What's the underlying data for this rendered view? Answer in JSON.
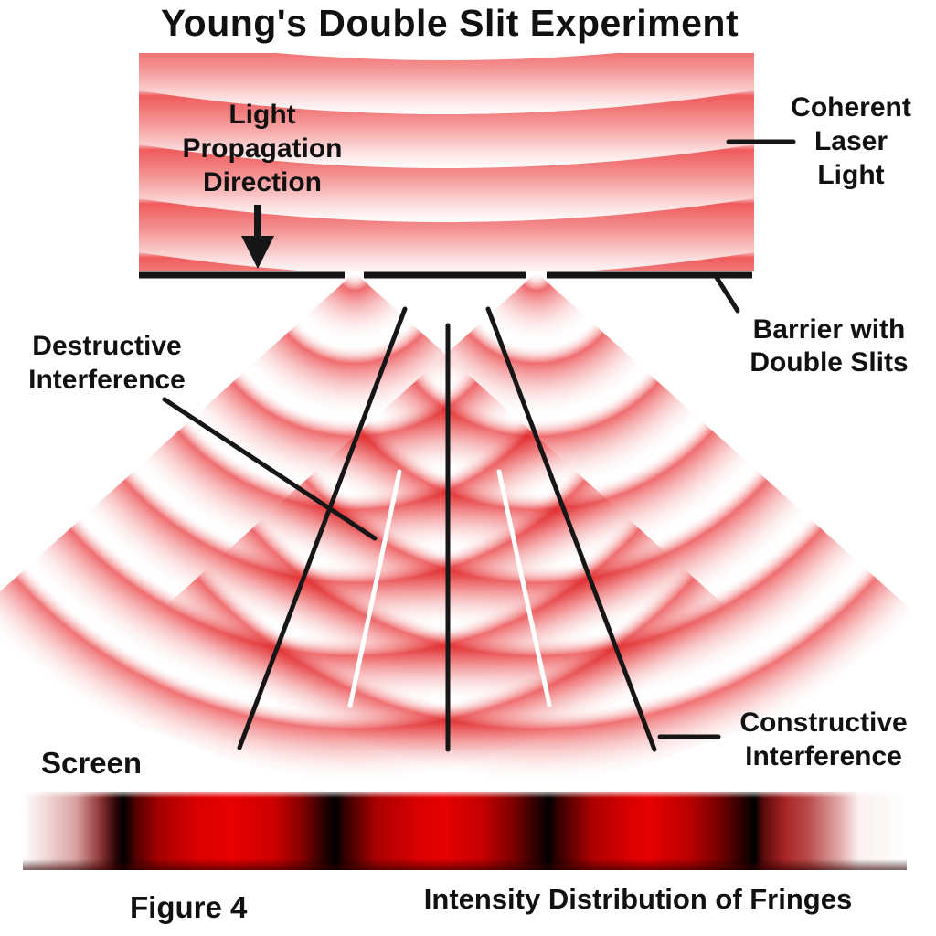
{
  "title": "Young's Double Slit Experiment",
  "labels": {
    "light_propagation": [
      "Light",
      "Propagation",
      "Direction"
    ],
    "coherent_laser": [
      "Coherent",
      "Laser",
      "Light"
    ],
    "barrier": [
      "Barrier with",
      "Double Slits"
    ],
    "destructive": [
      "Destructive",
      "Interference"
    ],
    "constructive": [
      "Constructive",
      "Interference"
    ],
    "screen": "Screen"
  },
  "caption": {
    "figure": "Figure 4",
    "intensity": "Intensity Distribution of Fringes"
  },
  "colors": {
    "wave_red": "#ef5b5b",
    "overlap_red": "#e03434",
    "barrier_black": "#141414",
    "interference_line_black": "#161616",
    "nodal_line_white": "#ffffff",
    "fringe_bright_red": "#e60000",
    "fringe_minimum_black": "#000000",
    "text_color": "#111111",
    "background": "#ffffff"
  }
}
